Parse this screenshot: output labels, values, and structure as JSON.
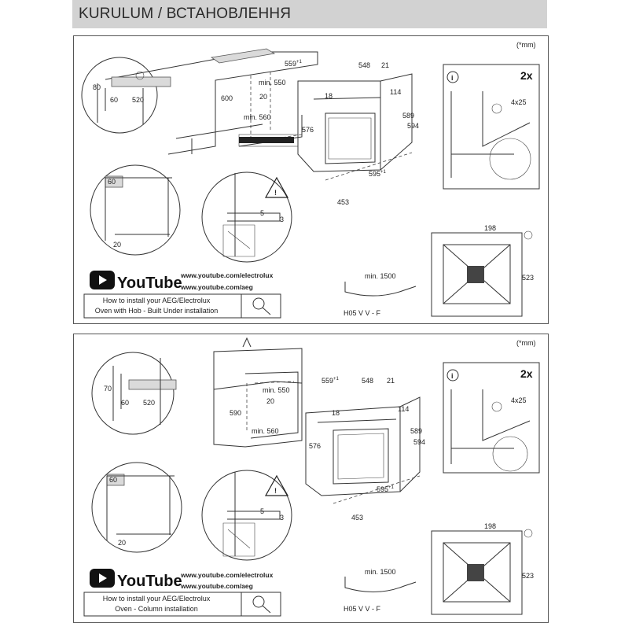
{
  "header": {
    "title": "KURULUM / ВСТАНОВЛЕННЯ"
  },
  "panels": [
    {
      "unit_note": "(*mm)",
      "cabinet_dims": {
        "d80": "80",
        "d60": "60",
        "d520": "520"
      },
      "corner_detail": {
        "d60": "60",
        "d20": "20"
      },
      "niche_dims": {
        "d600": "600",
        "min550": "min. 550",
        "d20": "20",
        "min560": "min. 560"
      },
      "oven_dims": {
        "d559": "559",
        "d559_sup": "+1",
        "d548": "548",
        "d21": "21",
        "d18": "18",
        "d114": "114",
        "d576": "576",
        "d589": "589",
        "d594": "594",
        "d595": "595",
        "d595_sup": "+1",
        "d453": "453"
      },
      "rail_detail": {
        "d5": "5",
        "d3": "3"
      },
      "screws": {
        "count": "2x",
        "size": "4x25"
      },
      "top_view": {
        "d198": "198",
        "d523": "523"
      },
      "cable": {
        "min_length": "min. 1500",
        "type": "H05 V V - F"
      },
      "youtube": {
        "brand": "YouTube",
        "link1": "www.youtube.com/electrolux",
        "link2": "www.youtube.com/aeg"
      },
      "caption": {
        "line1": "How to install your AEG/Electrolux",
        "line2": "Oven with Hob - Built Under installation"
      }
    },
    {
      "unit_note": "(*mm)",
      "cabinet_dims": {
        "d80": "70",
        "d60": "60",
        "d520": "520"
      },
      "corner_detail": {
        "d60": "60",
        "d20": "20"
      },
      "niche_dims": {
        "d600": "590",
        "min550": "min. 550",
        "d20": "20",
        "min560": "min. 560"
      },
      "oven_dims": {
        "d559": "559",
        "d559_sup": "+1",
        "d548": "548",
        "d21": "21",
        "d18": "18",
        "d114": "114",
        "d576": "576",
        "d589": "589",
        "d594": "594",
        "d595": "595",
        "d595_sup": "+1",
        "d453": "453"
      },
      "rail_detail": {
        "d5": "5",
        "d3": "3"
      },
      "screws": {
        "count": "2x",
        "size": "4x25"
      },
      "top_view": {
        "d198": "198",
        "d523": "523"
      },
      "cable": {
        "min_length": "min. 1500",
        "type": "H05 V V - F"
      },
      "youtube": {
        "brand": "YouTube",
        "link1": "www.youtube.com/electrolux",
        "link2": "www.youtube.com/aeg"
      },
      "caption": {
        "line1": "How to install your AEG/Electrolux",
        "line2": "Oven - Column installation"
      }
    }
  ]
}
